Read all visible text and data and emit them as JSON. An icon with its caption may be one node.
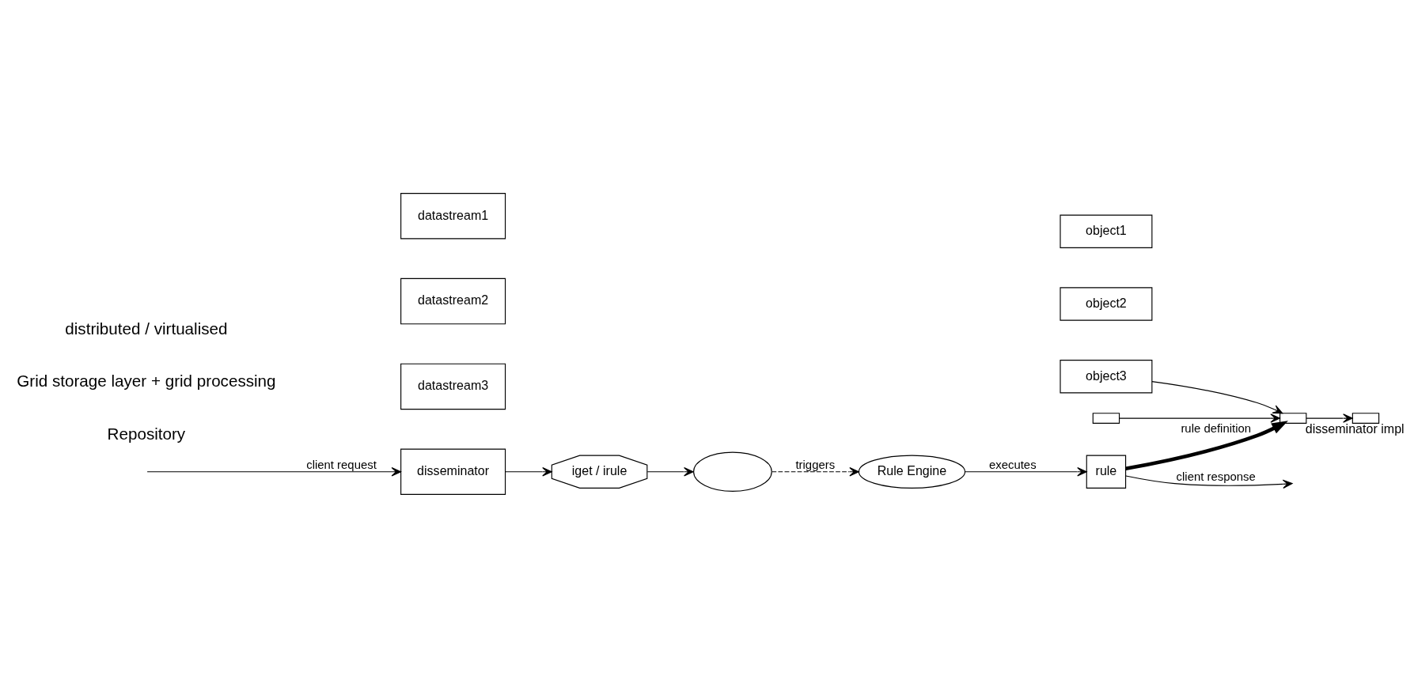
{
  "diagram": {
    "nodes": [
      {
        "text": [
          "datastream1"
        ]
      },
      {
        "text": [
          "datastream2"
        ]
      },
      {
        "text": [
          "datastream3"
        ]
      },
      {
        "text": [
          "disseminator"
        ]
      },
      {
        "text": [
          "iget / irule"
        ]
      },
      {
        "text": [],
        "shape": "ellipse"
      },
      {
        "text": [
          "object1"
        ]
      },
      {
        "text": [
          "object2"
        ]
      },
      {
        "text": [
          "object3"
        ]
      },
      {
        "text": [
          "Rule Engine"
        ]
      },
      {
        "text": [
          "rule"
        ]
      },
      {
        "text": [],
        "shape": "box"
      },
      {
        "text": [],
        "shape": "box",
        "beside": [
          "disseminator impl"
        ]
      },
      {
        "text": [],
        "shape": "box"
      }
    ],
    "edges": [
      {
        "from": null,
        "to": 3,
        "arrow": "to",
        "label": "client request"
      },
      {
        "from": 3,
        "to": 4,
        "arrow": "to"
      },
      {
        "from": 4,
        "to": 5,
        "arrow": "to"
      },
      {
        "from": 5,
        "to": 9,
        "arrow": "to",
        "label": "triggers",
        "style": "dashed"
      },
      {
        "from": 9,
        "to": 10,
        "arrow": "to",
        "label": "executes"
      },
      {
        "from": 10,
        "to": null,
        "arrow": "to",
        "label": "client response"
      },
      {
        "from": 10,
        "to": 12,
        "arrow": "to",
        "label": "rule definition",
        "style": "thick"
      },
      {
        "from": 8,
        "to": 12,
        "arrow": "to"
      },
      {
        "from": 11,
        "to": 12,
        "arrow": "to"
      },
      {
        "from": 12,
        "to": 13,
        "arrow": "to"
      }
    ],
    "labels": [
      "Repository",
      "Grid storage layer + grid processing",
      "distributed / virtualised"
    ]
  }
}
